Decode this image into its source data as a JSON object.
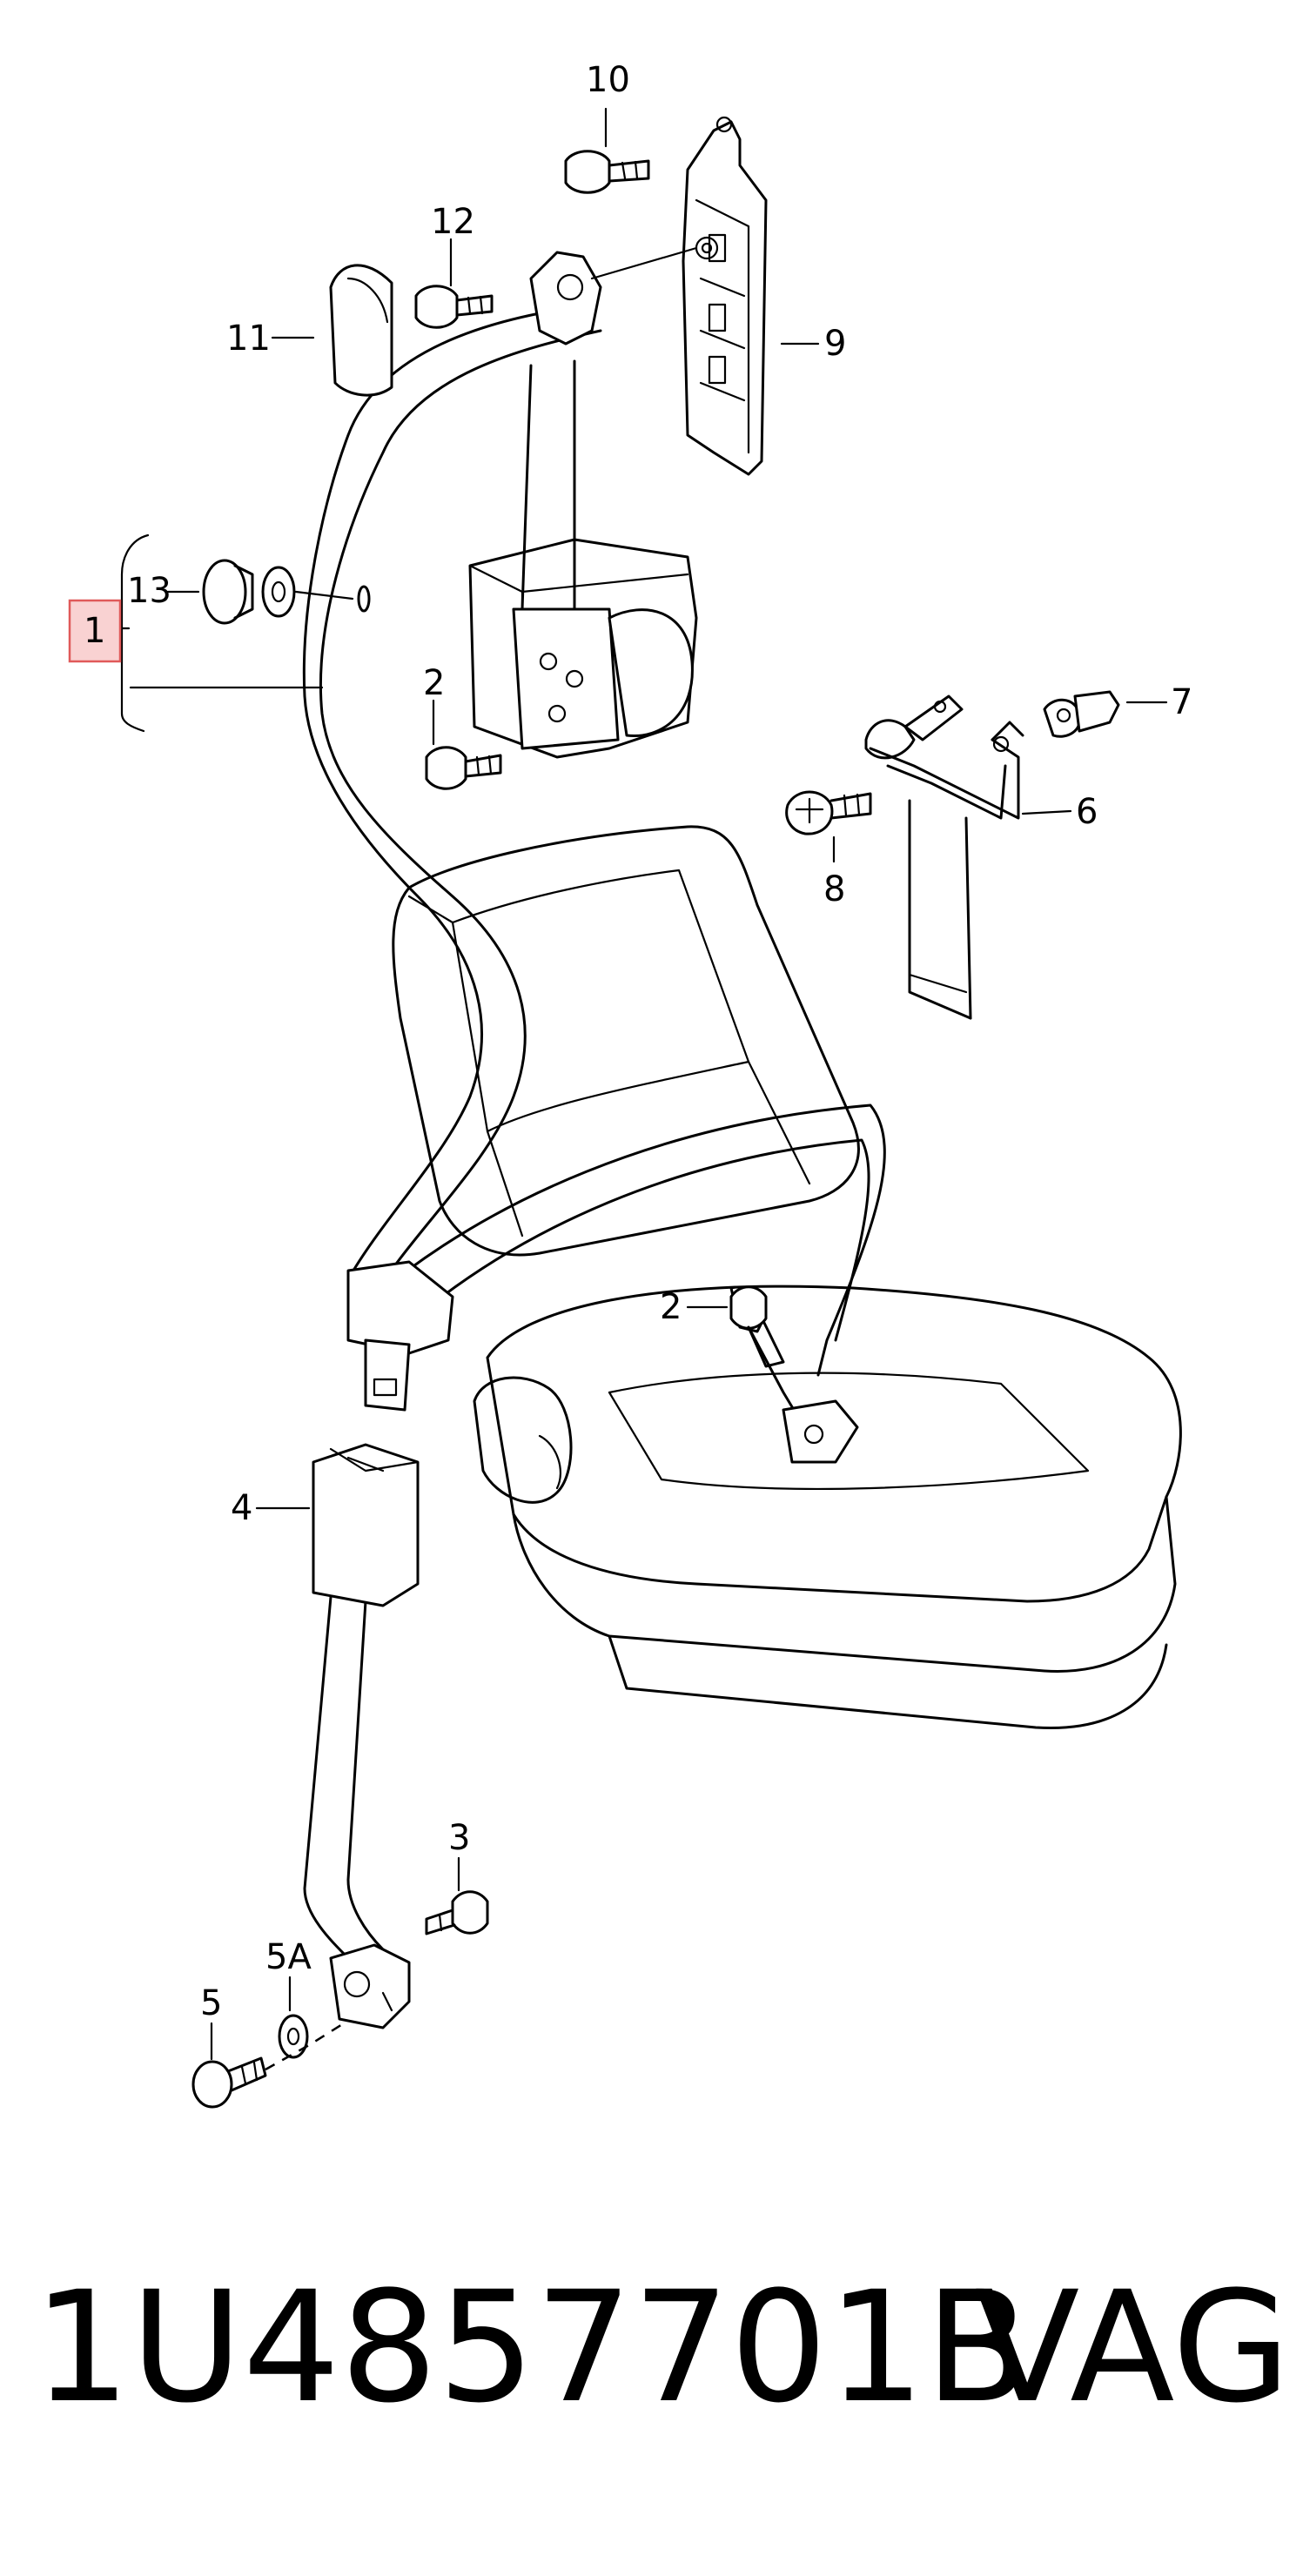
{
  "callouts": {
    "c1": "1",
    "c2_upper": "2",
    "c2_lower": "2",
    "c3": "3",
    "c4": "4",
    "c5": "5",
    "c5a": "5A",
    "c6": "6",
    "c7": "7",
    "c8": "8",
    "c9": "9",
    "c10": "10",
    "c11": "11",
    "c12": "12",
    "c13": "13"
  },
  "footer": {
    "part_number": "1U4857701B",
    "brand": "VAG"
  },
  "colors": {
    "line": "#000000",
    "callout_1_highlight": "#f9d2d2",
    "callout_1_border": "#e05a5a"
  }
}
